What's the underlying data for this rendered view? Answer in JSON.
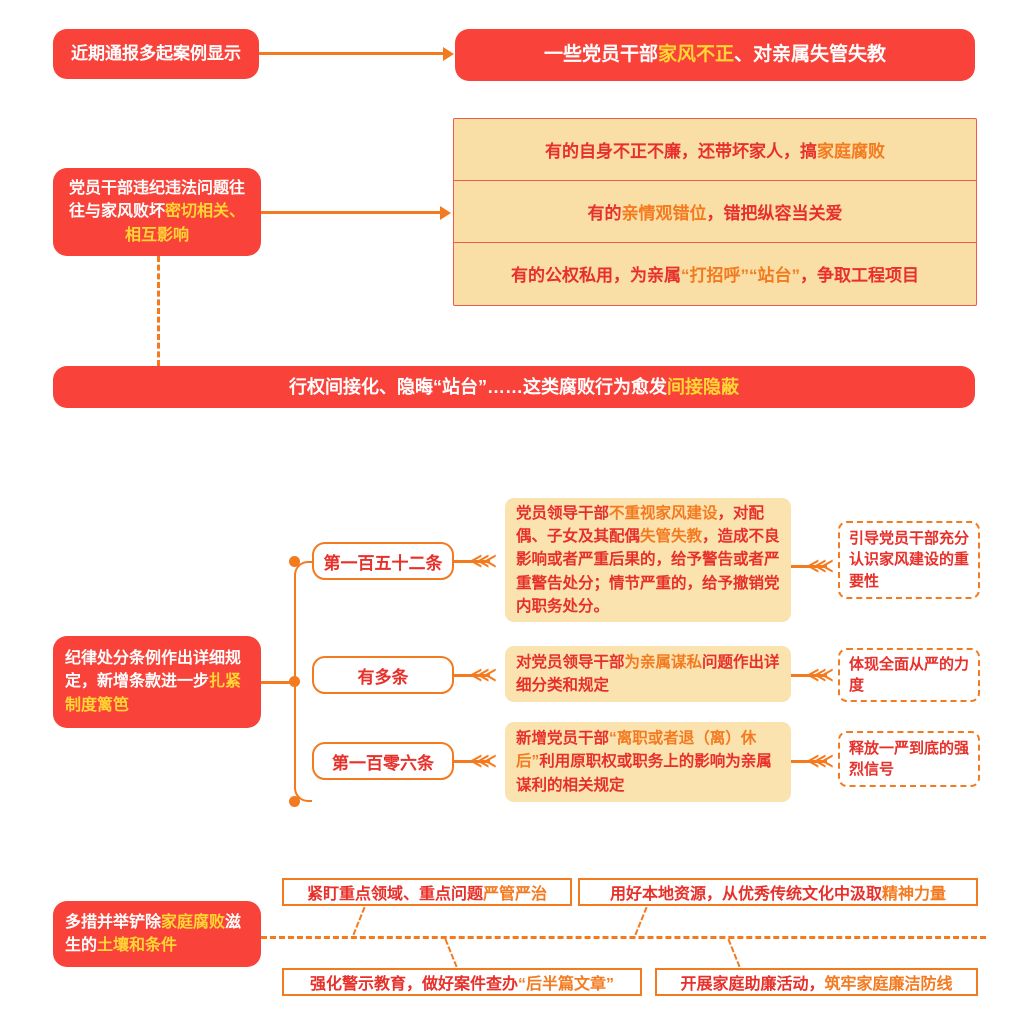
{
  "section1": {
    "source_box": "近期通报多起案例显示",
    "headline": {
      "p1": "一些党员干部",
      "hl": "家风不正",
      "p2": "、对亲属失管失教"
    },
    "left_box": {
      "p1": "党员干部违纪违法问题往往与家风败坏",
      "hl": "密切相关、相互影响"
    },
    "rows": [
      {
        "p1": "有的自身不正不廉，还带坏家人，搞",
        "hl": "家庭腐败",
        "p2": ""
      },
      {
        "p1": "有的",
        "hl": "亲情观错位",
        "p2": "，错把纵容当关爱"
      },
      {
        "p1": "有的公权私用，为亲属",
        "hl": "“打招呼”“站台”",
        "p2": "，争取工程项目"
      }
    ],
    "banner": {
      "p1": "行权间接化、隐晦“站台”……这类腐败行为愈发",
      "hl": "间接隐蔽"
    }
  },
  "section2": {
    "left_box": {
      "p1": "纪律处分条例作出详细规定，新增条款进一步",
      "hl": "扎紧制度篱笆"
    },
    "branches": [
      {
        "pill": "第一百五十二条",
        "detail": {
          "p1": "党员领导干部",
          "hl1": "不重视家风建设",
          "p2": "，对配偶、子女及其配偶",
          "hl2": "失管失教",
          "p3": "，造成不良影响或者严重后果的，给予警告或者严重警告处分；情节严重的，给予撤销党内职务处分。"
        },
        "outcome": "引导党员干部充分认识家风建设的重要性"
      },
      {
        "pill": "有多条",
        "detail": {
          "p1": "对党员领导干部",
          "hl1": "为亲属谋私",
          "p2": "问题作出详细分类和规定",
          "hl2": "",
          "p3": ""
        },
        "outcome": "体现全面从严的力度"
      },
      {
        "pill": "第一百零六条",
        "detail": {
          "p1": "新增党员干部",
          "hl1": "“离职或者退（离）休后”",
          "p2": "利用原职权或职务上的影响为亲属谋利的相关规定",
          "hl2": "",
          "p3": ""
        },
        "outcome": "释放一严到底的强烈信号"
      }
    ]
  },
  "section3": {
    "left_box": {
      "p1": "多措并举铲除",
      "hl1": "家庭腐败",
      "p2": "滋生的",
      "hl2": "土壤和条件"
    },
    "measures": [
      {
        "p1": "紧盯重点领域、重点问题",
        "hl": "严管严治",
        "p2": ""
      },
      {
        "p1": "用好本地资源，从优秀传统文化中汲取",
        "hl": "精神力量",
        "p2": ""
      },
      {
        "p1": "强化警示教育，做好案件查办",
        "hl": "“后半篇文章”",
        "p2": ""
      },
      {
        "p1": "开展家庭助廉活动，",
        "hl": "筑牢家庭廉洁防线",
        "p2": ""
      }
    ]
  },
  "colors": {
    "red": "#f9423a",
    "orange": "#f47a20",
    "yellow": "#ffd633",
    "cream": "#f9dfa6",
    "soft": "#fbe3b0",
    "text_red": "#e8302a"
  }
}
